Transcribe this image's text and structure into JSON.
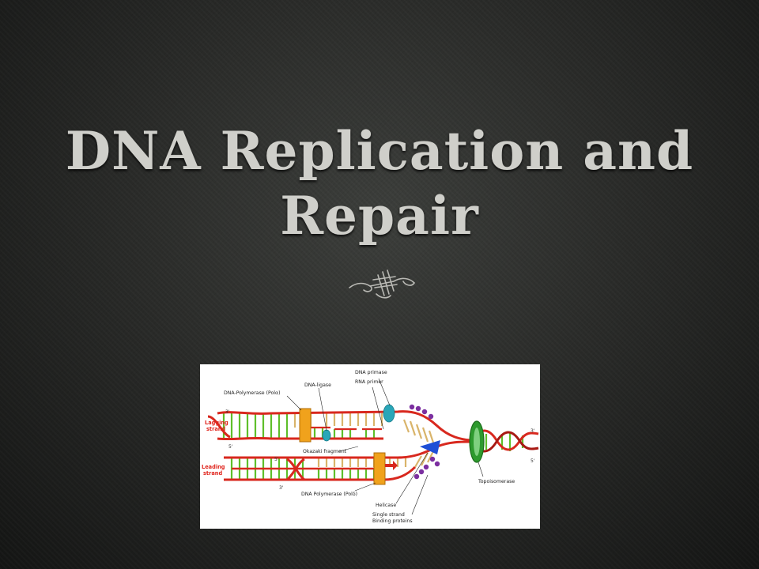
{
  "slide": {
    "title_line1": "DNA Replication and",
    "title_line2": "Repair"
  },
  "diagram": {
    "labels": {
      "dna_primase": "DNA primase",
      "rna_primer": "RNA primer",
      "dna_ligase": "DNA-ligase",
      "dna_polymerase_alpha": "DNA-Polymerase (Polα)",
      "lagging_strand_1": "Lagging",
      "lagging_strand_2": "strand",
      "okazaki_fragment": "Okazaki fragment",
      "leading_strand_1": "Leading",
      "leading_strand_2": "strand",
      "dna_polymerase_delta": "DNA Polymerase (Polδ)",
      "helicase": "Helicase",
      "single_strand_1": "Single strand",
      "single_strand_2": "Binding proteins",
      "topoisomerase": "Topoisomerase"
    },
    "ends": {
      "lag_top_3": "3'",
      "lag_bottom_5": "5'",
      "lead_top_5": "5'",
      "lead_bottom_3": "3'",
      "right_3": "3'",
      "right_5": "5'"
    },
    "colors": {
      "strand": "#d8281e",
      "rung_green": "#5fbf2a",
      "rung_tan": "#d9b46a",
      "polymerase": "#f0a21c",
      "primase": "#2aa6b8",
      "helicase": "#1f4fd6",
      "ssb": "#7b2fa0",
      "topoisomerase": "#2e9a2e"
    }
  }
}
